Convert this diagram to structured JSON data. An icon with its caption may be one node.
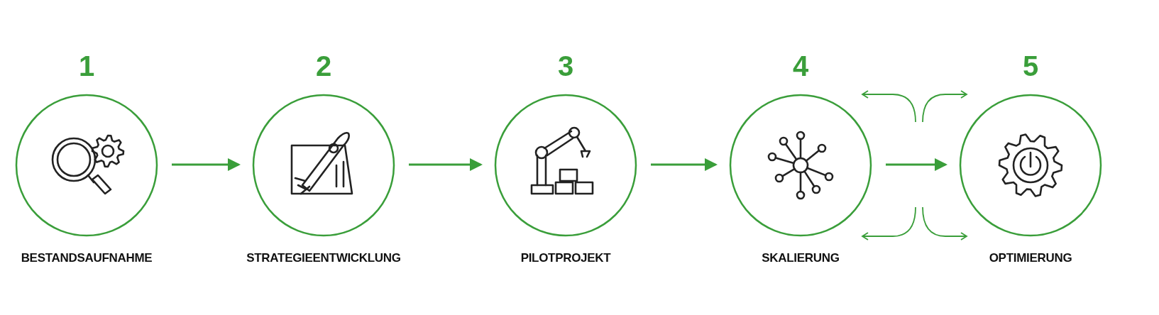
{
  "diagram": {
    "nodes": [
      {
        "text": [
          "1",
          "BESTANDSAUFNAHME"
        ]
      },
      {
        "text": [
          "2",
          "STRATEGIEENTWICKLUNG"
        ]
      },
      {
        "text": [
          "3",
          "PILOTPROJEKT"
        ]
      },
      {
        "text": [
          "4",
          "SKALIERUNG"
        ]
      },
      {
        "text": [
          "5",
          "OPTIMIERUNG"
        ]
      }
    ],
    "edges": [
      {
        "from": 0,
        "to": 1,
        "arrow": "to"
      },
      {
        "from": 1,
        "to": 2,
        "arrow": "to"
      },
      {
        "from": 2,
        "to": 3,
        "arrow": "to"
      },
      {
        "from": 3,
        "to": 4,
        "arrow": "to"
      }
    ]
  }
}
